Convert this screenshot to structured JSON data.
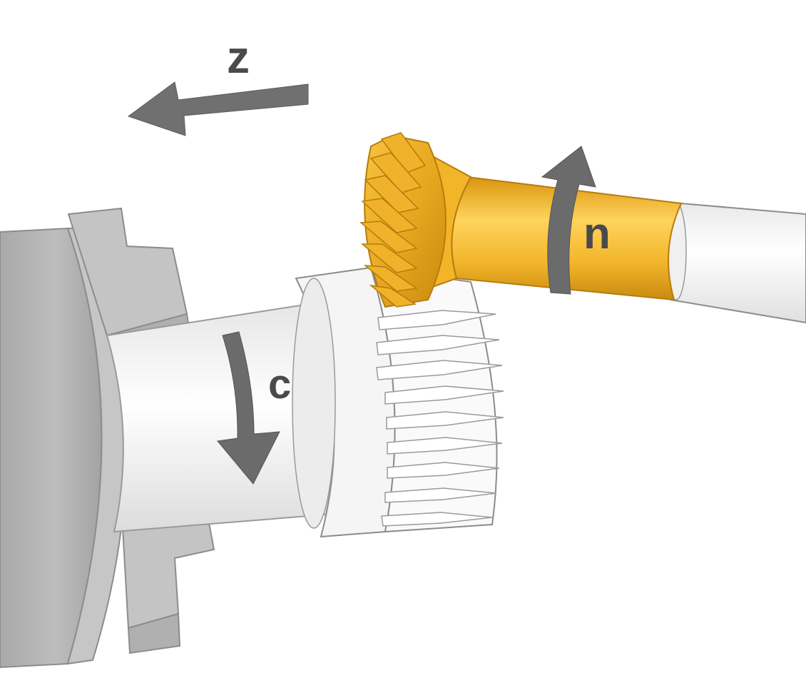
{
  "labels": {
    "z": "z",
    "n": "n",
    "c": "c"
  },
  "icons": {
    "feed_arrow": "arrow-left-icon",
    "tool_rotation": "rotate-up-arrow-icon",
    "work_rotation": "rotate-down-arrow-icon"
  },
  "colors": {
    "chuck_gray": "#b6b6b6",
    "chuck_dark": "#9a9a9a",
    "arrow_gray": "#6b6b6b",
    "tool_gold": "#f2b52a",
    "tool_gold_light": "#ffd35c",
    "tool_gold_dark": "#c98a10",
    "workpiece_white": "#f5f5f5",
    "outline": "#8c8c8c"
  }
}
